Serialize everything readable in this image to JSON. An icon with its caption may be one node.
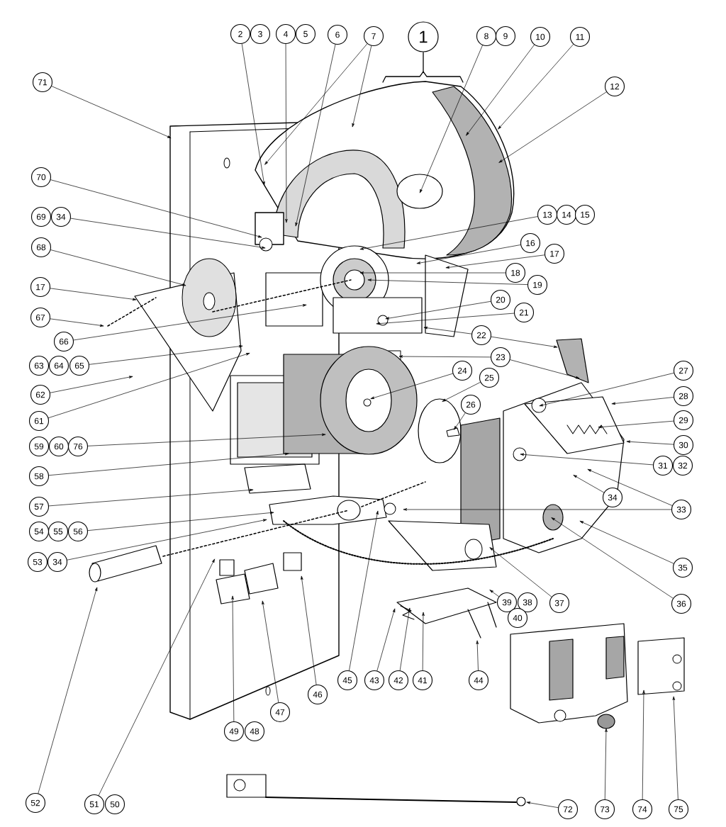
{
  "diagram": {
    "nodes": [
      {
        "text": [
          "71"
        ]
      },
      {
        "text": [
          "2"
        ]
      },
      {
        "text": [
          "3"
        ]
      },
      {
        "text": [
          "4"
        ]
      },
      {
        "text": [
          "5"
        ]
      },
      {
        "text": [
          "6"
        ]
      },
      {
        "text": [
          "7"
        ]
      },
      {
        "text": [
          "1"
        ]
      },
      {
        "text": [
          "8"
        ]
      },
      {
        "text": [
          "9"
        ]
      },
      {
        "text": [
          "10"
        ]
      },
      {
        "text": [
          "11"
        ]
      },
      {
        "text": [
          "12"
        ]
      },
      {
        "text": [
          "70"
        ]
      },
      {
        "text": [
          "69"
        ]
      },
      {
        "text": [
          "34"
        ]
      },
      {
        "text": [
          "13"
        ]
      },
      {
        "text": [
          "14"
        ]
      },
      {
        "text": [
          "15"
        ]
      },
      {
        "text": [
          "16"
        ]
      },
      {
        "text": [
          "68"
        ]
      },
      {
        "text": [
          "17"
        ]
      },
      {
        "text": [
          "18"
        ]
      },
      {
        "text": [
          "19"
        ]
      },
      {
        "text": [
          "17"
        ]
      },
      {
        "text": [
          "20"
        ]
      },
      {
        "text": [
          "21"
        ]
      },
      {
        "text": [
          "67"
        ]
      },
      {
        "text": [
          "22"
        ]
      },
      {
        "text": [
          "66"
        ]
      },
      {
        "text": [
          "23"
        ]
      },
      {
        "text": [
          "63"
        ]
      },
      {
        "text": [
          "64"
        ]
      },
      {
        "text": [
          "65"
        ]
      },
      {
        "text": [
          "27"
        ]
      },
      {
        "text": [
          "24"
        ]
      },
      {
        "text": [
          "25"
        ]
      },
      {
        "text": [
          "62"
        ]
      },
      {
        "text": [
          "28"
        ]
      },
      {
        "text": [
          "26"
        ]
      },
      {
        "text": [
          "61"
        ]
      },
      {
        "text": [
          "29"
        ]
      },
      {
        "text": [
          "30"
        ]
      },
      {
        "text": [
          "59"
        ]
      },
      {
        "text": [
          "60"
        ]
      },
      {
        "text": [
          "76"
        ]
      },
      {
        "text": [
          "31"
        ]
      },
      {
        "text": [
          "32"
        ]
      },
      {
        "text": [
          "58"
        ]
      },
      {
        "text": [
          "34"
        ]
      },
      {
        "text": [
          "57"
        ]
      },
      {
        "text": [
          "33"
        ]
      },
      {
        "text": [
          "54"
        ]
      },
      {
        "text": [
          "55"
        ]
      },
      {
        "text": [
          "56"
        ]
      },
      {
        "text": [
          "53"
        ]
      },
      {
        "text": [
          "34"
        ]
      },
      {
        "text": [
          "35"
        ]
      },
      {
        "text": [
          "39"
        ]
      },
      {
        "text": [
          "38"
        ]
      },
      {
        "text": [
          "37"
        ]
      },
      {
        "text": [
          "36"
        ]
      },
      {
        "text": [
          "40"
        ]
      },
      {
        "text": [
          "45"
        ]
      },
      {
        "text": [
          "43"
        ]
      },
      {
        "text": [
          "42"
        ]
      },
      {
        "text": [
          "41"
        ]
      },
      {
        "text": [
          "44"
        ]
      },
      {
        "text": [
          "46"
        ]
      },
      {
        "text": [
          "47"
        ]
      },
      {
        "text": [
          "49"
        ]
      },
      {
        "text": [
          "48"
        ]
      },
      {
        "text": [
          "52"
        ]
      },
      {
        "text": [
          "51"
        ]
      },
      {
        "text": [
          "50"
        ]
      },
      {
        "text": [
          "72"
        ]
      },
      {
        "text": [
          "73"
        ]
      },
      {
        "text": [
          "74"
        ]
      },
      {
        "text": [
          "75"
        ]
      }
    ],
    "edges": [
      {
        "from": 0,
        "to": null,
        "arrow": "to"
      },
      {
        "from": 1,
        "to": null,
        "arrow": "to"
      },
      {
        "from": 3,
        "to": null,
        "arrow": "to"
      },
      {
        "from": 5,
        "to": null,
        "arrow": "to"
      },
      {
        "from": 6,
        "to": null,
        "arrow": "to"
      },
      {
        "from": 6,
        "to": null,
        "arrow": "to"
      },
      {
        "from": 8,
        "to": null,
        "arrow": "to"
      },
      {
        "from": 10,
        "to": null,
        "arrow": "to"
      },
      {
        "from": 11,
        "to": null,
        "arrow": "to"
      },
      {
        "from": 12,
        "to": null,
        "arrow": "to"
      },
      {
        "from": 13,
        "to": null,
        "arrow": "to"
      },
      {
        "from": 15,
        "to": null,
        "arrow": "to"
      },
      {
        "from": 16,
        "to": null,
        "arrow": "to"
      },
      {
        "from": 19,
        "to": null,
        "arrow": "to"
      },
      {
        "from": 20,
        "to": null,
        "arrow": "to"
      },
      {
        "from": 21,
        "to": null,
        "arrow": "to"
      },
      {
        "from": 22,
        "to": null,
        "arrow": "to"
      },
      {
        "from": 23,
        "to": null,
        "arrow": "to"
      },
      {
        "from": 24,
        "to": null,
        "arrow": "to"
      },
      {
        "from": 25,
        "to": null,
        "arrow": "to"
      },
      {
        "from": 26,
        "to": null,
        "arrow": "to"
      },
      {
        "from": 27,
        "to": null,
        "arrow": "to"
      },
      {
        "from": 28,
        "to": null,
        "arrow": "to"
      },
      {
        "from": 28,
        "to": null,
        "arrow": "to"
      },
      {
        "from": 29,
        "to": null,
        "arrow": "to"
      },
      {
        "from": 30,
        "to": null,
        "arrow": "to"
      },
      {
        "from": 30,
        "to": null,
        "arrow": "to"
      },
      {
        "from": 33,
        "to": null,
        "arrow": "to"
      },
      {
        "from": 34,
        "to": null,
        "arrow": "to"
      },
      {
        "from": 35,
        "to": null,
        "arrow": "to"
      },
      {
        "from": 36,
        "to": null,
        "arrow": "to"
      },
      {
        "from": 37,
        "to": null,
        "arrow": "to"
      },
      {
        "from": 38,
        "to": null,
        "arrow": "to"
      },
      {
        "from": 39,
        "to": null,
        "arrow": "to"
      },
      {
        "from": 40,
        "to": null,
        "arrow": "to"
      },
      {
        "from": 41,
        "to": null,
        "arrow": "to"
      },
      {
        "from": 42,
        "to": null,
        "arrow": "to"
      },
      {
        "from": 45,
        "to": null,
        "arrow": "to"
      },
      {
        "from": 46,
        "to": null,
        "arrow": "to"
      },
      {
        "from": 48,
        "to": null,
        "arrow": "to"
      },
      {
        "from": 49,
        "to": null,
        "arrow": "to"
      },
      {
        "from": 50,
        "to": null,
        "arrow": "to"
      },
      {
        "from": 51,
        "to": null,
        "arrow": "to"
      },
      {
        "from": 51,
        "to": null,
        "arrow": "to"
      },
      {
        "from": 54,
        "to": null,
        "arrow": "to"
      },
      {
        "from": 56,
        "to": null,
        "arrow": "to"
      },
      {
        "from": 57,
        "to": null,
        "arrow": "to"
      },
      {
        "from": 58,
        "to": null,
        "arrow": "to"
      },
      {
        "from": 60,
        "to": null,
        "arrow": "to"
      },
      {
        "from": 61,
        "to": null,
        "arrow": "to"
      },
      {
        "from": 63,
        "to": null,
        "arrow": "to"
      },
      {
        "from": 64,
        "to": null,
        "arrow": "to"
      },
      {
        "from": 65,
        "to": null,
        "arrow": "to"
      },
      {
        "from": 66,
        "to": null,
        "arrow": "to"
      },
      {
        "from": 67,
        "to": null,
        "arrow": "to"
      },
      {
        "from": 68,
        "to": null,
        "arrow": "to"
      },
      {
        "from": 69,
        "to": null,
        "arrow": "to"
      },
      {
        "from": 70,
        "to": null,
        "arrow": "to"
      },
      {
        "from": 72,
        "to": null,
        "arrow": "to"
      },
      {
        "from": 73,
        "to": null,
        "arrow": "to"
      },
      {
        "from": 75,
        "to": null,
        "arrow": "to"
      },
      {
        "from": 76,
        "to": null,
        "arrow": "to"
      },
      {
        "from": 77,
        "to": null,
        "arrow": "to"
      },
      {
        "from": 78,
        "to": null,
        "arrow": "to"
      }
    ]
  }
}
